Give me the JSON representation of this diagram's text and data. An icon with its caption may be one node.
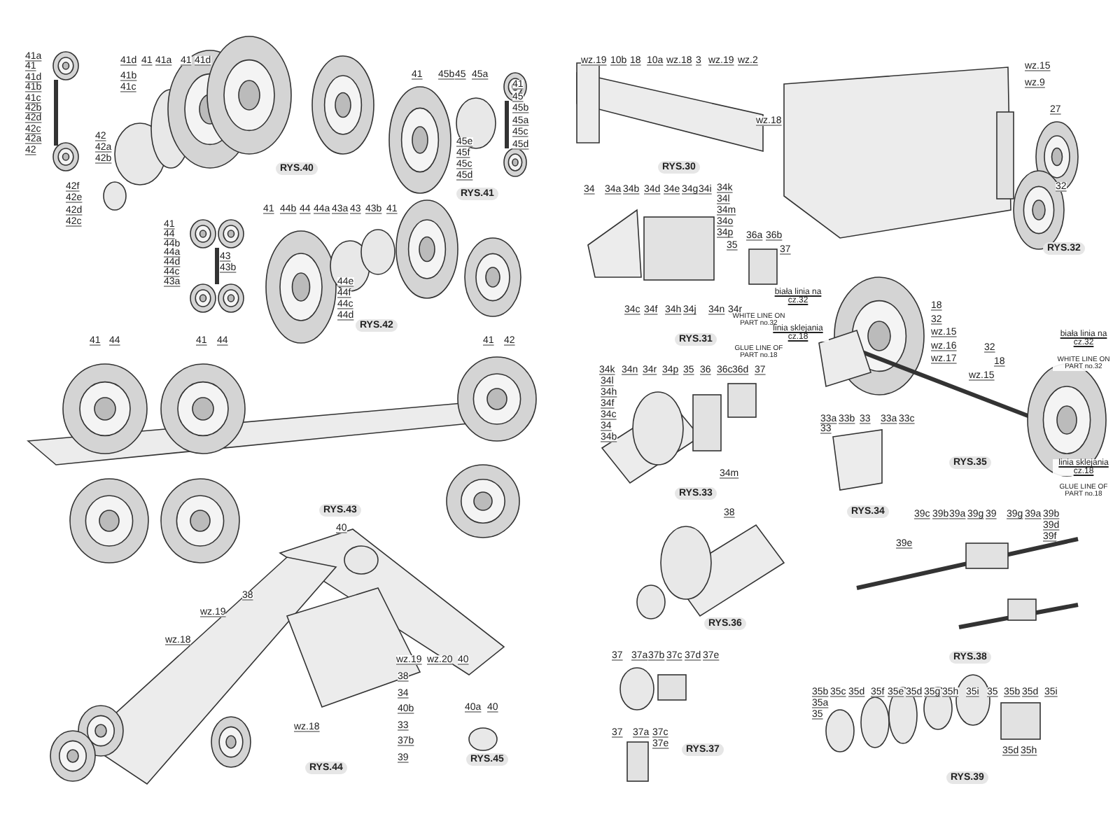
{
  "diagram": {
    "labels": [
      "41a",
      "41",
      "41d",
      "41b",
      "41c",
      "42b",
      "42d",
      "42c",
      "42a",
      "42",
      "41d",
      "41",
      "41a",
      "41",
      "41d",
      "41b",
      "41c",
      "42",
      "42a",
      "42b",
      "42f",
      "42e",
      "42d",
      "42c",
      "RYS.40",
      "41",
      "45b",
      "45",
      "45a",
      "45e",
      "45f",
      "45c",
      "45d",
      "41",
      "45",
      "45b",
      "45a",
      "45c",
      "45d",
      "RYS.41",
      "41",
      "44",
      "44b",
      "44a",
      "44d",
      "44c",
      "43a",
      "43",
      "43b",
      "41",
      "44b",
      "44",
      "44a",
      "43a",
      "43",
      "43b",
      "41",
      "44e",
      "44f",
      "44c",
      "44d",
      "RYS.42",
      "41",
      "44",
      "41",
      "44",
      "41",
      "42",
      "RYS.43",
      "40",
      "38",
      "wz.19",
      "wz.18",
      "wz.19",
      "wz.20",
      "40",
      "38",
      "34",
      "40b",
      "33",
      "37b",
      "39",
      "wz.18",
      "RYS.44",
      "40a",
      "40",
      "RYS.45",
      "wz.19",
      "10b",
      "18",
      "10a",
      "wz.18",
      "3",
      "wz.19",
      "wz.2",
      "wz.18",
      "RYS.30",
      "wz.15",
      "wz.9",
      "27",
      "32",
      "RYS.32",
      "34",
      "34a",
      "34b",
      "34d",
      "34e",
      "34g",
      "34i",
      "34k",
      "34l",
      "34m",
      "34o",
      "34p",
      "35",
      "36a",
      "36b",
      "37",
      "34c",
      "34f",
      "34h",
      "34j",
      "34n",
      "34r",
      "RYS.31",
      "34k",
      "34n",
      "34r",
      "34p",
      "35",
      "36",
      "36c",
      "36d",
      "37",
      "34l",
      "34h",
      "34f",
      "34c",
      "34",
      "34b",
      "34m",
      "RYS.33",
      "biała linia na cz.32",
      "WHITE LINE ON PART no.32",
      "linia sklejania cz.18",
      "GLUE LINE OF PART no.18",
      "18",
      "32",
      "wz.15",
      "wz.16",
      "wz.17",
      "32",
      "18",
      "wz.15",
      "biała linia na cz.32",
      "WHITE LINE ON PART no.32",
      "linia sklejania cz.18",
      "GLUE LINE OF PART no.18",
      "RYS.35",
      "33a",
      "33b",
      "33",
      "33a",
      "33c",
      "33",
      "38",
      "RYS.34",
      "RYS.36",
      "39c",
      "39b",
      "39a",
      "39g",
      "39",
      "39g",
      "39a",
      "39b",
      "39d",
      "39f",
      "39e",
      "37",
      "37a",
      "37b",
      "37c",
      "37d",
      "37e",
      "RYS.38",
      "37",
      "37a",
      "37c",
      "37e",
      "RYS.37",
      "35b",
      "35c",
      "35d",
      "35f",
      "35e",
      "35d",
      "35g",
      "35h",
      "35i",
      "35",
      "35b",
      "35d",
      "35i",
      "35a",
      "35",
      "35d",
      "35h",
      "RYS.39"
    ]
  }
}
